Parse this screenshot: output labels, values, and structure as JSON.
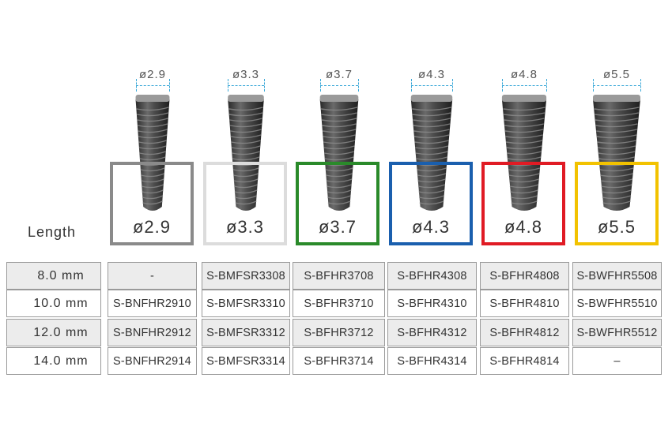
{
  "columns": [
    {
      "top_label": "ø2.9",
      "box_label": "ø2.9",
      "color": "#8a8a8a",
      "scale": 0.55
    },
    {
      "top_label": "ø3.3",
      "box_label": "ø3.3",
      "color": "#dcdcdc",
      "scale": 0.62
    },
    {
      "top_label": "ø3.7",
      "box_label": "ø3.7",
      "color": "#2a8a2a",
      "scale": 0.7
    },
    {
      "top_label": "ø4.3",
      "box_label": "ø4.3",
      "color": "#1a5fae",
      "scale": 0.8
    },
    {
      "top_label": "ø4.8",
      "box_label": "ø4.8",
      "color": "#e01b24",
      "scale": 0.9
    },
    {
      "top_label": "ø5.5",
      "box_label": "ø5.5",
      "color": "#f2c200",
      "scale": 1.0
    }
  ],
  "length_label": "Length",
  "rows": [
    {
      "length": "8.0 mm",
      "codes": [
        "-",
        "S-BMFSR3308",
        "S-BFHR3708",
        "S-BFHR4308",
        "S-BFHR4808",
        "S-BWFHR5508"
      ]
    },
    {
      "length": "10.0 mm",
      "codes": [
        "S-BNFHR2910",
        "S-BMFSR3310",
        "S-BFHR3710",
        "S-BFHR4310",
        "S-BFHR4810",
        "S-BWFHR5510"
      ]
    },
    {
      "length": "12.0 mm",
      "codes": [
        "S-BNFHR2912",
        "S-BMFSR3312",
        "S-BFHR3712",
        "S-BFHR4312",
        "S-BFHR4812",
        "S-BWFHR5512"
      ]
    },
    {
      "length": "14.0 mm",
      "codes": [
        "S-BNFHR2914",
        "S-BMFSR3314",
        "S-BFHR3714",
        "S-BFHR4314",
        "S-BFHR4814",
        "–"
      ]
    }
  ]
}
